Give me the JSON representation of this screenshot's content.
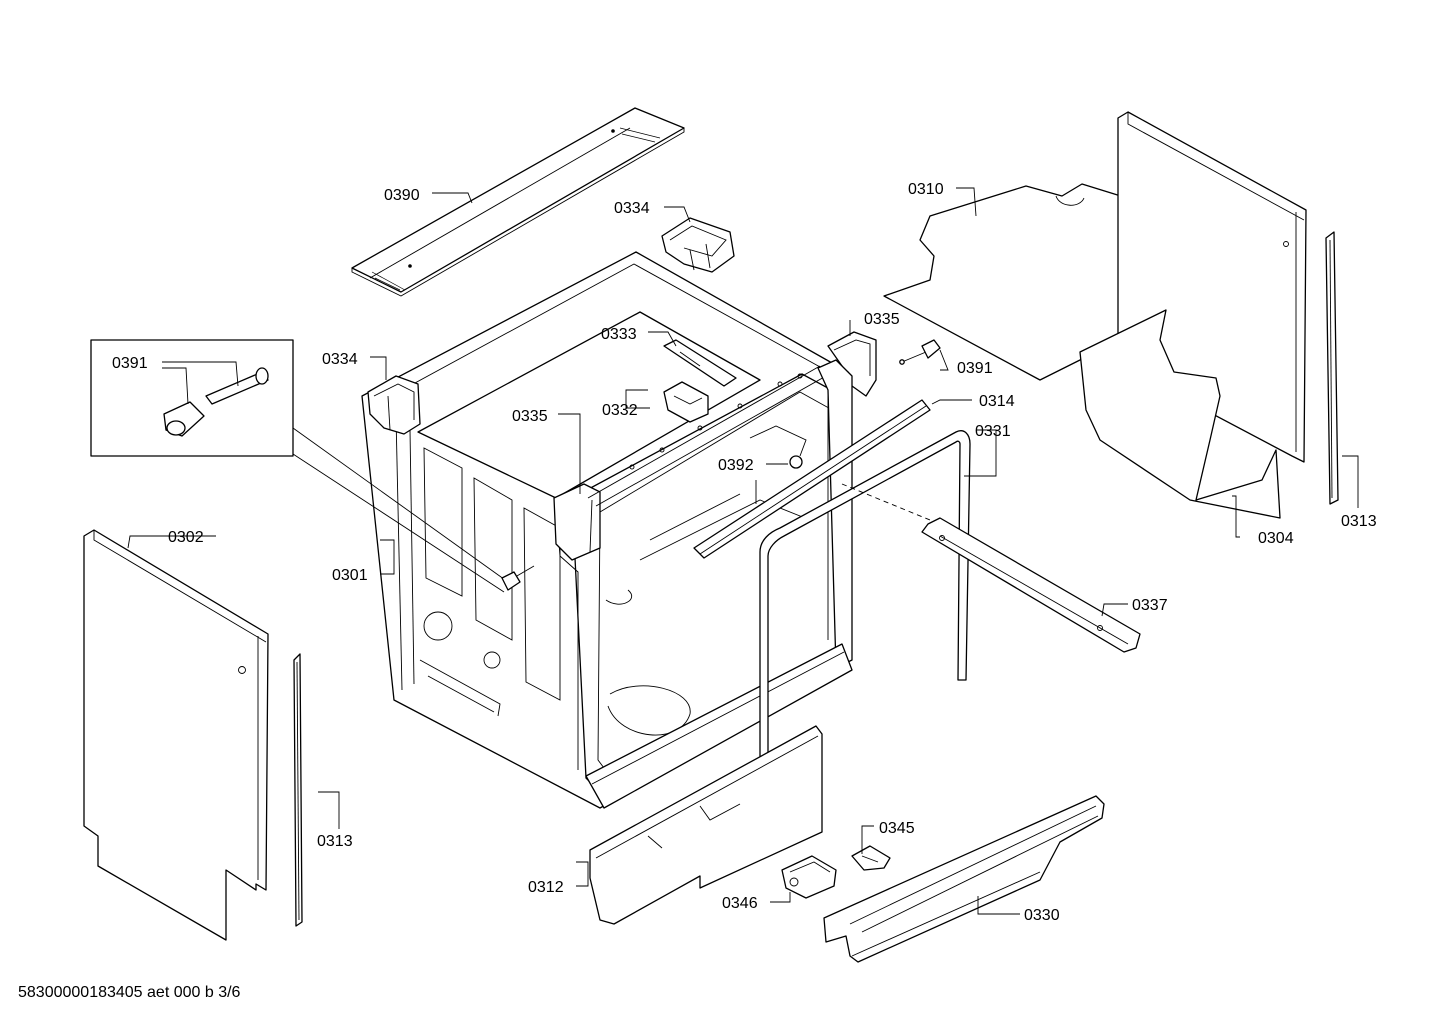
{
  "diagram": {
    "callouts": [
      {
        "id": "c0390",
        "text": "0390"
      },
      {
        "id": "c0334a",
        "text": "0334"
      },
      {
        "id": "c0334b",
        "text": "0334"
      },
      {
        "id": "c0310",
        "text": "0310"
      },
      {
        "id": "c0391a",
        "text": "0391"
      },
      {
        "id": "c0391b",
        "text": "0391"
      },
      {
        "id": "c0333",
        "text": "0333"
      },
      {
        "id": "c0332",
        "text": "0332"
      },
      {
        "id": "c0335a",
        "text": "0335"
      },
      {
        "id": "c0335b",
        "text": "0335"
      },
      {
        "id": "c0314",
        "text": "0314"
      },
      {
        "id": "c0331",
        "text": "0331"
      },
      {
        "id": "c0392",
        "text": "0392"
      },
      {
        "id": "c0302",
        "text": "0302"
      },
      {
        "id": "c0301",
        "text": "0301"
      },
      {
        "id": "c0304",
        "text": "0304"
      },
      {
        "id": "c0313a",
        "text": "0313"
      },
      {
        "id": "c0313b",
        "text": "0313"
      },
      {
        "id": "c0337",
        "text": "0337"
      },
      {
        "id": "c0345",
        "text": "0345"
      },
      {
        "id": "c0312",
        "text": "0312"
      },
      {
        "id": "c0346",
        "text": "0346"
      },
      {
        "id": "c0330",
        "text": "0330"
      }
    ],
    "footer": "58300000183405 aet 000 b 3/6"
  }
}
